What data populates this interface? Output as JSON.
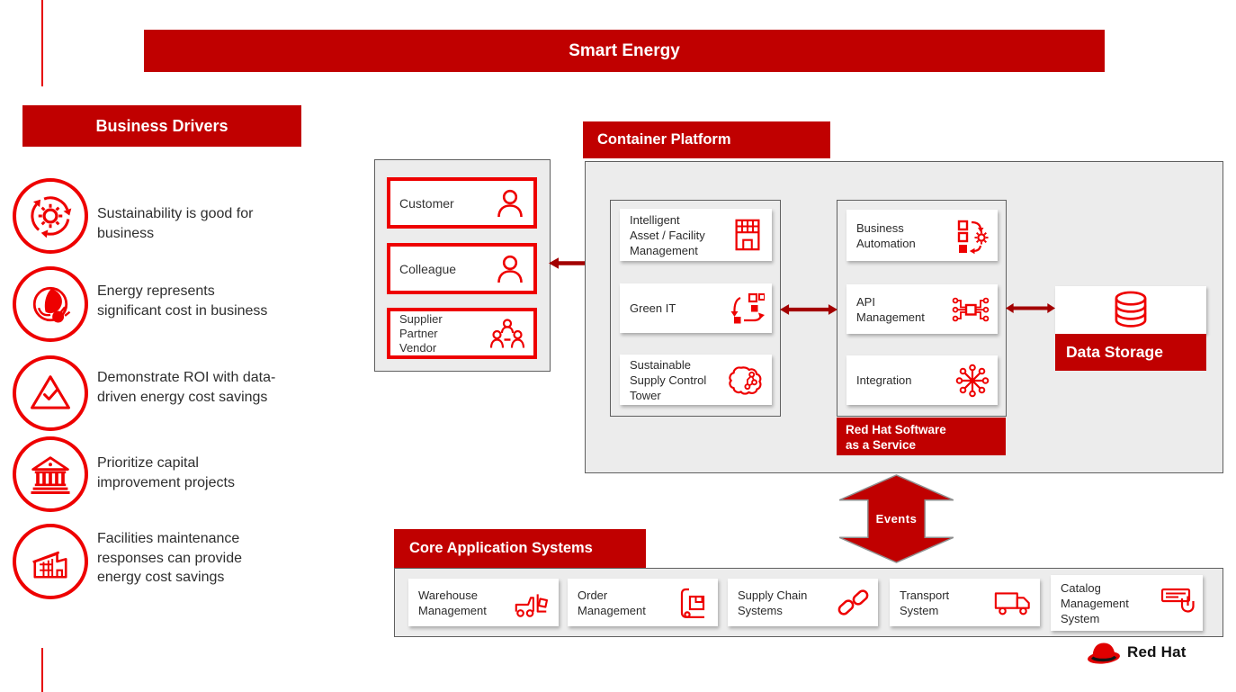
{
  "page": {
    "title": "Smart Energy"
  },
  "business_drivers": {
    "title": "Business Drivers",
    "items": [
      {
        "icon": "sustainability-cycle-icon",
        "text": "Sustainability is good for\nbusiness"
      },
      {
        "icon": "green-energy-plug-icon",
        "text": "Energy represents\nsignificant cost in business"
      },
      {
        "icon": "roi-check-triangle-icon",
        "text": "Demonstrate ROI with data-\ndriven energy cost savings"
      },
      {
        "icon": "bank-building-icon",
        "text": "Prioritize capital\nimprovement projects"
      },
      {
        "icon": "factory-building-icon",
        "text": "Facilities maintenance\nresponses can provide\nenergy cost savings"
      }
    ]
  },
  "users_panel": {
    "items": [
      {
        "icon": "person-icon",
        "label": "Customer"
      },
      {
        "icon": "person-icon",
        "label": "Colleague"
      },
      {
        "icon": "people-group-icon",
        "label": "Supplier\nPartner\nVendor"
      }
    ]
  },
  "container_platform": {
    "title": "Container Platform",
    "apps": [
      {
        "icon": "smart-building-icon",
        "label": "Intelligent\nAsset / Facility\nManagement"
      },
      {
        "icon": "process-workflow-icon",
        "label": "Green IT"
      },
      {
        "icon": "ai-brain-icon",
        "label": "Sustainable\nSupply Control\nTower"
      }
    ],
    "services": [
      {
        "icon": "business-automation-icon",
        "label": "Business\nAutomation"
      },
      {
        "icon": "api-hub-icon",
        "label": "API\nManagement"
      },
      {
        "icon": "integration-network-icon",
        "label": "Integration"
      }
    ],
    "services_banner": "Red Hat Software\nas a Service"
  },
  "data_storage": {
    "icon": "database-icon",
    "label": "Data Storage"
  },
  "events": {
    "label": "Events"
  },
  "core_application_systems": {
    "title": "Core Application Systems",
    "items": [
      {
        "icon": "forklift-icon",
        "label": "Warehouse\nManagement"
      },
      {
        "icon": "hand-truck-icon",
        "label": "Order\nManagement"
      },
      {
        "icon": "chain-link-icon",
        "label": "Supply Chain\nSystems"
      },
      {
        "icon": "truck-icon",
        "label": "Transport\nSystem"
      },
      {
        "icon": "catalog-touch-icon",
        "label": "Catalog\nManagement\nSystem"
      }
    ]
  },
  "branding": {
    "logo_text": "Red Hat"
  },
  "colors": {
    "banner_red": "#c00000",
    "icon_red": "#ee0000",
    "arrow_red": "#a30000",
    "panel_gray": "#ececec",
    "panel_border": "#5f5f5f"
  }
}
